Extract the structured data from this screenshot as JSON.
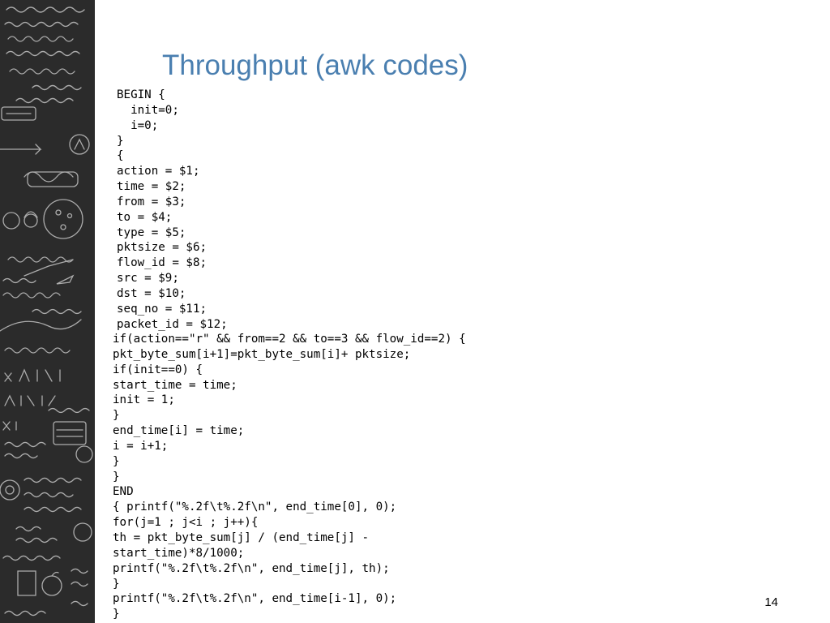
{
  "slide": {
    "title": "Throughput (awk codes)",
    "page_number": "14"
  },
  "code_block_a": [
    "BEGIN {",
    "  init=0;",
    "  i=0;",
    "}",
    "{",
    "action = $1;",
    "time = $2;",
    "from = $3;",
    "to = $4;",
    "type = $5;",
    "pktsize = $6;",
    "flow_id = $8;",
    "src = $9;",
    "dst = $10;",
    "seq_no = $11;",
    "packet_id = $12;"
  ],
  "code_block_b": [
    "if(action==\"r\" && from==2 && to==3 && flow_id==2) {",
    "pkt_byte_sum[i+1]=pkt_byte_sum[i]+ pktsize;",
    "if(init==0) {",
    "start_time = time;",
    "init = 1;",
    "}",
    "end_time[i] = time;",
    "i = i+1;",
    "}",
    "}",
    "END",
    "{ printf(\"%.2f\\t%.2f\\n\", end_time[0], 0);",
    "for(j=1 ; j<i ; j++){",
    "th = pkt_byte_sum[j] / (end_time[j] -",
    "start_time)*8/1000;",
    "printf(\"%.2f\\t%.2f\\n\", end_time[j], th);",
    "}",
    "printf(\"%.2f\\t%.2f\\n\", end_time[i-1], 0);",
    "}"
  ]
}
